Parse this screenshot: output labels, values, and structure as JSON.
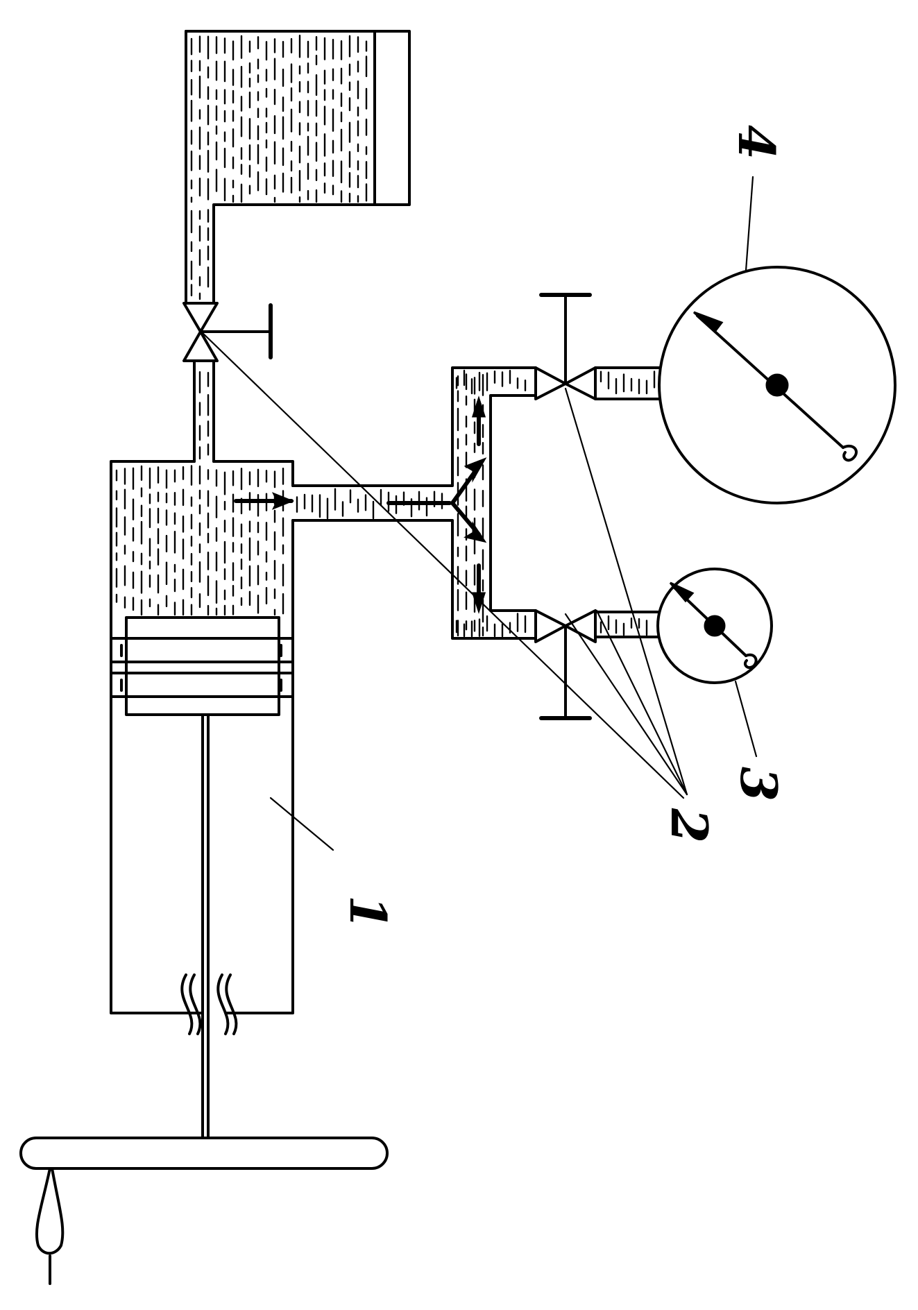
{
  "diagram": {
    "labels": {
      "cylinder": "1",
      "valves": "2",
      "small_gauge": "3",
      "large_gauge": "4"
    }
  }
}
